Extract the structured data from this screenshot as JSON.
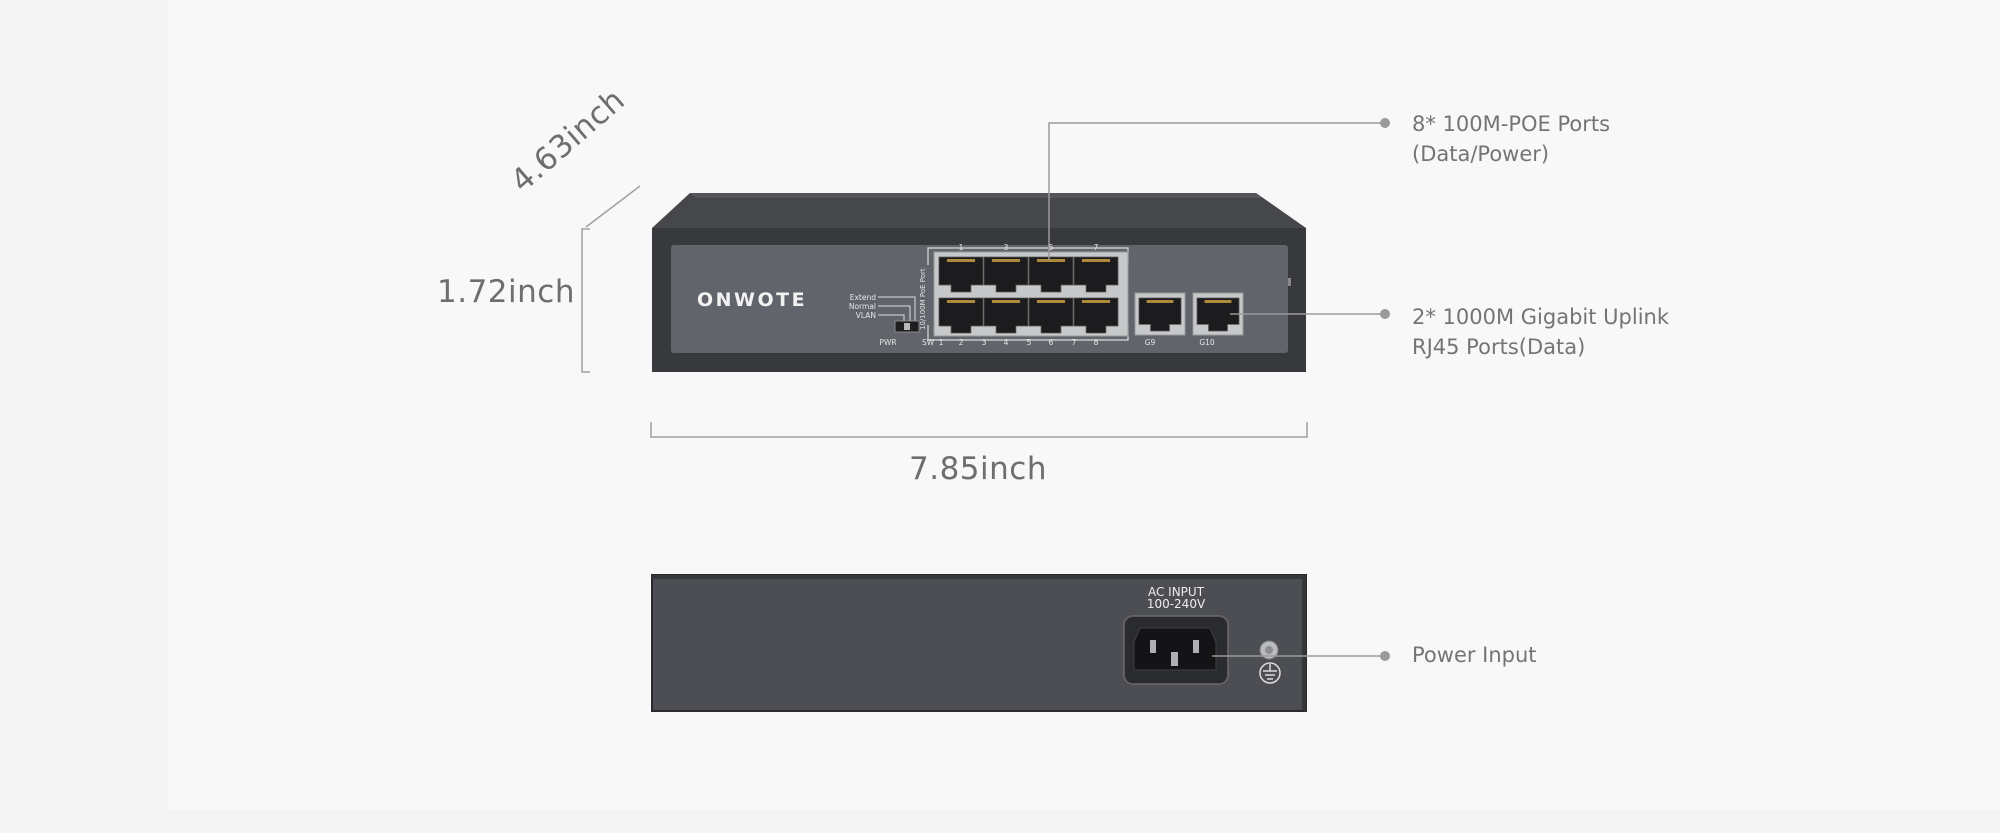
{
  "dimensions": {
    "depth": "4.63inch",
    "height": "1.72inch",
    "width": "7.85inch"
  },
  "front_panel": {
    "brand": "ONWOTE",
    "switch_modes": [
      "Extend",
      "Normal",
      "VLAN"
    ],
    "pwr_label": "PWR",
    "sw_label": "SW",
    "side_label": "10/100M PoE Port",
    "port_numbers_top": [
      "1",
      "3",
      "5",
      "7"
    ],
    "port_numbers_bottom": [
      "1",
      "2",
      "3",
      "4",
      "5",
      "6",
      "7",
      "8"
    ],
    "uplink_labels": [
      "G9",
      "G10"
    ]
  },
  "rear_panel": {
    "ac_line1": "AC INPUT",
    "ac_line2": "100-240V"
  },
  "callouts": {
    "poe_line1": "8* 100M-POE Ports",
    "poe_line2": "(Data/Power)",
    "uplink_line1": "2* 1000M Gigabit Uplink",
    "uplink_line2": "RJ45 Ports(Data)",
    "power": "Power Input"
  },
  "colors": {
    "chassis": "#3a3b3f",
    "faceplate": "#5f6168",
    "line": "#9a9a9a",
    "text": "#707070"
  }
}
